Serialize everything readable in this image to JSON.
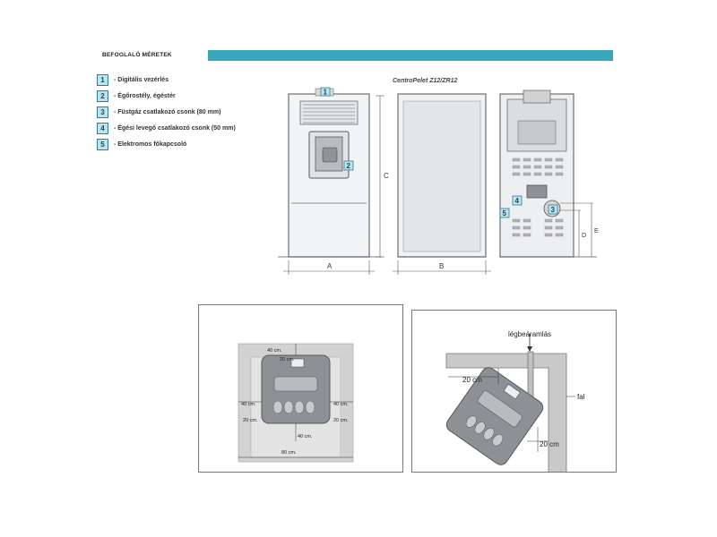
{
  "header": {
    "title": "BEFOGLALÓ MÉRETEK"
  },
  "legend": [
    {
      "num": "1",
      "text": "-  Digitális vezérlés"
    },
    {
      "num": "2",
      "text": "-  Égőrostély, égéstér"
    },
    {
      "num": "3",
      "text": "-  Füstgáz csatlakozó csonk (80 mm)"
    },
    {
      "num": "4",
      "text": "-  Égési levegő csatlakozó csonk (50 mm)"
    },
    {
      "num": "5",
      "text": "-  Elektromos főkapcsoló"
    }
  ],
  "model": "CentroPelet Z12/ZR12",
  "dimensions": {
    "a": "A",
    "b": "B",
    "c": "C",
    "d": "D",
    "e": "E"
  },
  "clearance": {
    "top40": "40 cm.",
    "top20": "20 cm.",
    "left40": "40 cm.",
    "right40": "40 cm.",
    "left20": "20 cm.",
    "right20": "20 cm.",
    "bottom40": "40 cm.",
    "bottom80": "80 cm."
  },
  "corner": {
    "air_inflow": "légbeáramlás",
    "wall": "fal",
    "left20": "20 cm",
    "bottom20": "20 cm"
  },
  "colors": {
    "accent": "#3aa6b9",
    "stove": "#8a8d90",
    "floor": "#cfcfcf"
  }
}
